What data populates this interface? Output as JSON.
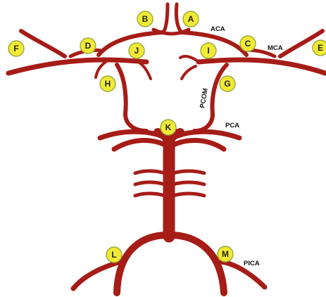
{
  "colors": {
    "vessel": "#a61c17",
    "marker_fill": "#f1ea34",
    "marker_stroke": "#9aa83b",
    "background": "#ffffff"
  },
  "markers": {
    "A": "A",
    "B": "B",
    "C": "C",
    "D": "D",
    "E": "E",
    "F": "F",
    "G": "G",
    "H": "H",
    "I": "I",
    "J": "J",
    "K": "K",
    "L": "L",
    "M": "M"
  },
  "vessel_labels": {
    "aca": "ACA",
    "mca": "MCA",
    "pcom": "PCOM",
    "pca": "PCA",
    "pica": "PICA"
  }
}
